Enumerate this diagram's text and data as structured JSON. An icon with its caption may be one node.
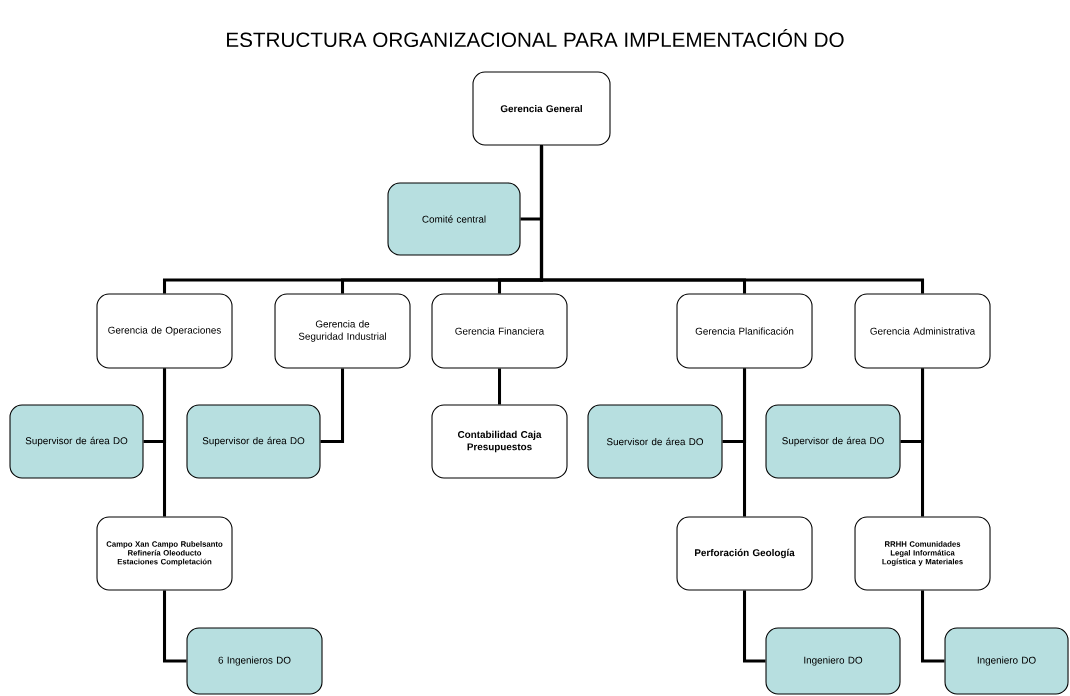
{
  "diagram": {
    "title": "ESTRUCTURA ORGANIZACIONAL PARA IMPLEMENTACIÓN DO",
    "nodes": [
      {
        "text": [
          "Gerencia General"
        ]
      },
      {
        "text": [
          "Comité central"
        ]
      },
      {
        "text": [
          "Gerencia de Operaciones"
        ]
      },
      {
        "text": [
          "Gerencia de Seguridad Industrial"
        ]
      },
      {
        "text": [
          "Gerencia Financiera"
        ]
      },
      {
        "text": [
          "Gerencia Planificación"
        ]
      },
      {
        "text": [
          "Gerencia Administrativa"
        ]
      },
      {
        "text": [
          "Supervisor de área DO"
        ]
      },
      {
        "text": [
          "Supervisor de área DO"
        ]
      },
      {
        "text": [
          "Contabilidad Caja Presupuestos"
        ]
      },
      {
        "text": [
          "Suervisor de área DO"
        ]
      },
      {
        "text": [
          "Supervisor de área DO"
        ]
      },
      {
        "text": [
          "Campo Xan Campo Rubelsanto Refinería Oleoducto Estaciones Completación"
        ]
      },
      {
        "text": [
          "Perforación Geología"
        ]
      },
      {
        "text": [
          "RRHH Comunidades Legal Informática Logística y Materiales"
        ]
      },
      {
        "text": [
          "6 Ingenieros DO"
        ]
      },
      {
        "text": [
          "Ingeniero DO"
        ]
      },
      {
        "text": [
          "Ingeniero DO"
        ]
      }
    ],
    "edges": [
      {
        "from": 0,
        "to": 1,
        "arrow": "none"
      },
      {
        "from": 0,
        "to": 2,
        "arrow": "none"
      },
      {
        "from": 0,
        "to": 3,
        "arrow": "none"
      },
      {
        "from": 0,
        "to": 4,
        "arrow": "none"
      },
      {
        "from": 0,
        "to": 5,
        "arrow": "none"
      },
      {
        "from": 0,
        "to": 6,
        "arrow": "none"
      },
      {
        "from": 2,
        "to": 7,
        "arrow": "none"
      },
      {
        "from": 2,
        "to": 12,
        "arrow": "none"
      },
      {
        "from": 3,
        "to": 8,
        "arrow": "none"
      },
      {
        "from": 4,
        "to": 9,
        "arrow": "none"
      },
      {
        "from": 5,
        "to": 10,
        "arrow": "none"
      },
      {
        "from": 5,
        "to": 13,
        "arrow": "none"
      },
      {
        "from": 6,
        "to": 11,
        "arrow": "none"
      },
      {
        "from": 6,
        "to": 14,
        "arrow": "none"
      },
      {
        "from": 12,
        "to": 15,
        "arrow": "none"
      },
      {
        "from": 13,
        "to": 16,
        "arrow": "none"
      },
      {
        "from": 14,
        "to": 17,
        "arrow": "none"
      }
    ]
  }
}
